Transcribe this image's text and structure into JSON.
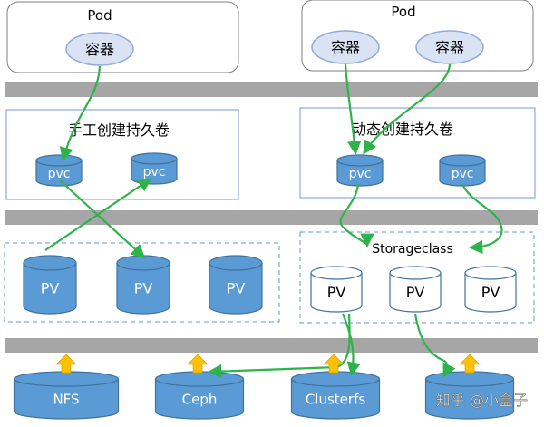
{
  "pods": {
    "left": {
      "title": "Pod",
      "containers": [
        "容器"
      ]
    },
    "right": {
      "title": "Pod",
      "containers": [
        "容器",
        "容器"
      ]
    }
  },
  "manual_pv": {
    "title": "手工创建持久卷",
    "pvcs": [
      "pvc",
      "pvc"
    ],
    "pvs": [
      "PV",
      "PV",
      "PV"
    ]
  },
  "dynamic_pv": {
    "title": "动态创建持久卷",
    "pvcs": [
      "pvc",
      "pvc"
    ],
    "storageclass": "Storageclass",
    "pvs": [
      "PV",
      "PV",
      "PV"
    ]
  },
  "storage_backends": [
    "NFS",
    "Ceph",
    "Clusterfs",
    ""
  ],
  "watermark": "知乎 @小盒子",
  "colors": {
    "cylinder_blue": "#5b9bd5",
    "cylinder_stroke": "#41719c",
    "container_fill": "#dae3f3",
    "container_stroke": "#8faadc",
    "box_stroke": "#8ea9db",
    "bar_fill": "#a6a6a6",
    "arrow_green": "#2eb34a",
    "arrow_gold": "#ffc000"
  }
}
